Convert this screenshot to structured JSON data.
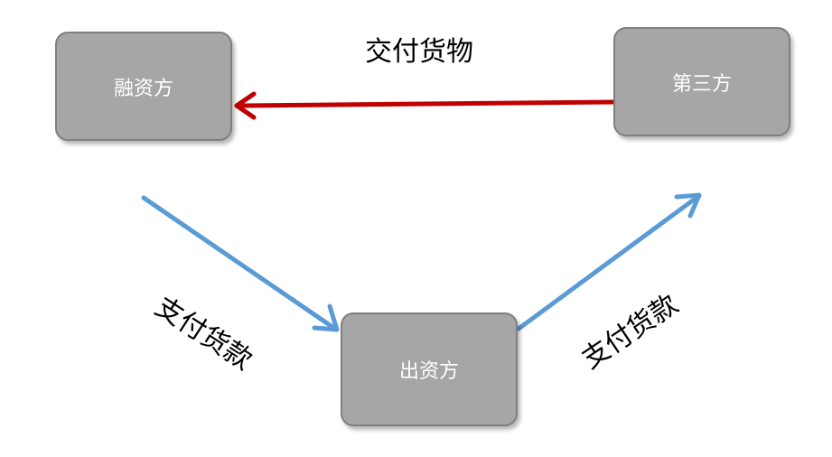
{
  "nodes": {
    "financier": "融资方",
    "third_party": "第三方",
    "investor": "出资方"
  },
  "edges": {
    "deliver_goods": "交付货物",
    "pay_left": "支付货款",
    "pay_right": "支付货款"
  },
  "colors": {
    "node_fill": "#a6a6a6",
    "node_border": "#7f7f7f",
    "goods_arrow": "#c00000",
    "payment_arrow": "#5b9bd5"
  }
}
